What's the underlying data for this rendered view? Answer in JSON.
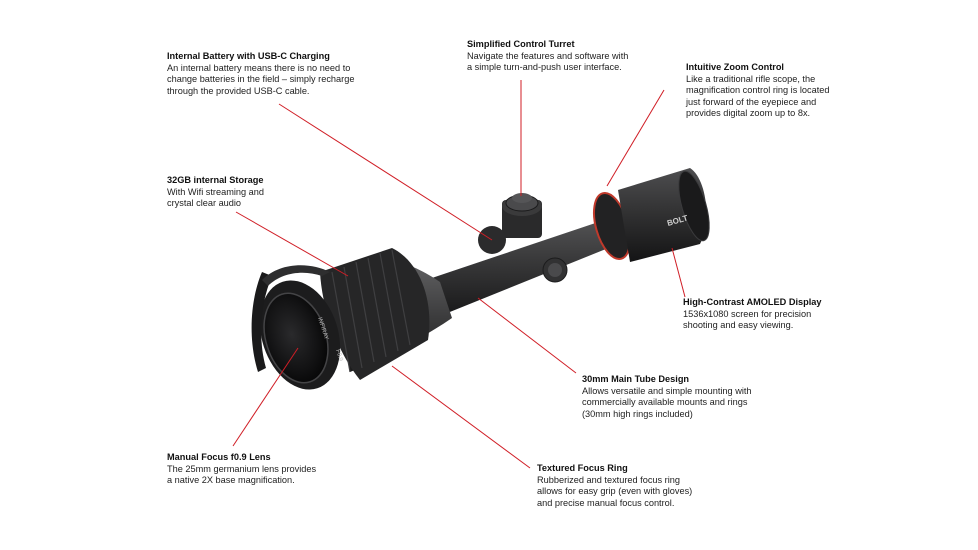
{
  "callouts": {
    "battery": {
      "title": "Internal Battery with USB-C Charging",
      "desc": "An internal battery means there is no need to\nchange batteries in the field – simply recharge\nthrough the provided USB-C cable."
    },
    "turret": {
      "title": "Simplified Control Turret",
      "desc": "Navigate the features and software with\na simple turn-and-push user interface."
    },
    "zoom": {
      "title": "Intuitive Zoom Control",
      "desc": "Like a traditional rifle scope, the\nmagnification control ring is located\njust forward of the eyepiece and\nprovides digital zoom up to 8x."
    },
    "storage": {
      "title": "32GB internal Storage",
      "desc": "With Wifi streaming and\ncrystal clear audio"
    },
    "display": {
      "title": "High-Contrast AMOLED Display",
      "desc": "1536x1080 screen for precision\nshooting and easy viewing."
    },
    "tube": {
      "title": "30mm Main Tube Design",
      "desc": "Allows versatile and simple mounting with\ncommercially available mounts and rings\n(30mm high rings included)"
    },
    "lens": {
      "title": "Manual Focus f0.9 Lens",
      "desc": "The 25mm germanium lens provides\na native 2X base magnification."
    },
    "focus": {
      "title": "Textured Focus Ring",
      "desc": "Rubberized and textured focus ring\nallows for easy grip (even with gloves)\nand precise manual focus control."
    }
  },
  "product": {
    "brand_mark": "BOLT",
    "lens_ring_text": "INFIRAY",
    "lens_ring_spec": "F0.9"
  },
  "colors": {
    "leader_line": "#d01e26",
    "scope_body": "#2b2b2c",
    "accent_ring": "#c0392b"
  }
}
